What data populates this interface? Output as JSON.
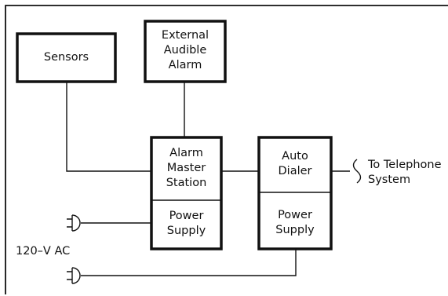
{
  "nodes": {
    "sensors": "Sensors",
    "external_alarm": "External\nAudible\nAlarm",
    "alarm_master_station": "Alarm\nMaster\nStation",
    "master_power_supply": "Power\nSupply",
    "auto_dialer": "Auto\nDialer",
    "dialer_power_supply": "Power\nSupply"
  },
  "labels": {
    "to_telephone_system": "To Telephone\nSystem",
    "ac_input": "120–V AC"
  },
  "colors": {
    "line": "#111111",
    "background": "#ffffff"
  }
}
